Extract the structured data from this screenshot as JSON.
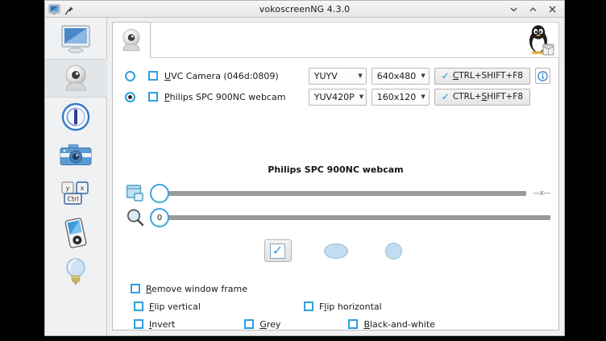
{
  "window": {
    "title": "vokoscreenNG 4.3.0",
    "app_icon": "monitor-icon",
    "pin_icon": "pin-icon",
    "controls": {
      "minimize": "chevron-down-icon",
      "maximize": "chevron-up-icon",
      "close": "close-icon"
    }
  },
  "sidebar": {
    "items": [
      {
        "name": "screencast",
        "icon": "monitor-icon",
        "selected": false
      },
      {
        "name": "webcam",
        "icon": "webcam-icon",
        "selected": true
      },
      {
        "name": "audio",
        "icon": "audio-meter-icon",
        "selected": false
      },
      {
        "name": "screenshot",
        "icon": "camera-icon",
        "selected": false
      },
      {
        "name": "hotkeys",
        "icon": "keyboard-keys-icon",
        "selected": false
      },
      {
        "name": "player",
        "icon": "media-player-icon",
        "selected": false
      },
      {
        "name": "info",
        "icon": "lightbulb-icon",
        "selected": false
      }
    ]
  },
  "tabs": [
    {
      "name": "webcam",
      "icon": "webcam-icon",
      "selected": true
    }
  ],
  "branding": {
    "logo": "tux-penguin-icon"
  },
  "devices": {
    "rows": [
      {
        "radio_selected": false,
        "checkbox_checked": false,
        "label_mnemonic": "U",
        "label_rest": "VC Camera (046d:0809)",
        "format": "YUYV",
        "resolution": "640x480",
        "shortcut_pre": "",
        "shortcut_mnemonic": "C",
        "shortcut_post": "TRL+SHIFT+F8",
        "has_info": true
      },
      {
        "radio_selected": true,
        "checkbox_checked": false,
        "label_mnemonic": "P",
        "label_rest": "hilips SPC 900NC webcam",
        "format": "YUV420P",
        "resolution": "160x120",
        "shortcut_pre": "CTRL+",
        "shortcut_mnemonic": "S",
        "shortcut_post": "HIFT+F8",
        "has_info": false
      }
    ],
    "active_device_title": "Philips SPC 900NC webcam"
  },
  "sliders": [
    {
      "name": "window-size-slider",
      "icon": "window-resize-icon",
      "handle_text": "",
      "suffix": "---x---",
      "value": 0
    },
    {
      "name": "zoom-slider",
      "icon": "magnifier-icon",
      "handle_text": "0",
      "suffix": "",
      "value": 0
    }
  ],
  "shapes": [
    {
      "name": "square-shape",
      "icon": "checked-square-icon",
      "active": true
    },
    {
      "name": "ellipse-shape",
      "icon": "ellipse-icon",
      "active": false
    },
    {
      "name": "circle-shape",
      "icon": "circle-icon",
      "active": false
    }
  ],
  "options": [
    [
      {
        "name": "remove-window-frame",
        "mnemonic": "R",
        "rest": "emove window frame",
        "checked": false
      }
    ],
    [
      {
        "name": "flip-vertical",
        "mnemonic": "F",
        "rest": "lip vertical",
        "checked": false
      },
      {
        "name": "flip-horizontal",
        "mnemonic": "l",
        "pre": "F",
        "rest": "ip horizontal",
        "checked": false
      }
    ],
    [
      {
        "name": "invert",
        "mnemonic": "I",
        "rest": "nvert",
        "checked": false
      },
      {
        "name": "grey",
        "mnemonic": "G",
        "rest": "rey",
        "checked": false
      },
      {
        "name": "black-and-white",
        "mnemonic": "B",
        "rest": "lack-and-white",
        "checked": false
      }
    ]
  ],
  "colors": {
    "accent": "#2f9fe0",
    "window_bg": "#f0f0f0",
    "pane_bg": "#ffffff",
    "sidebar_bg": "#eff1f3",
    "track": "#9a9a9a"
  }
}
